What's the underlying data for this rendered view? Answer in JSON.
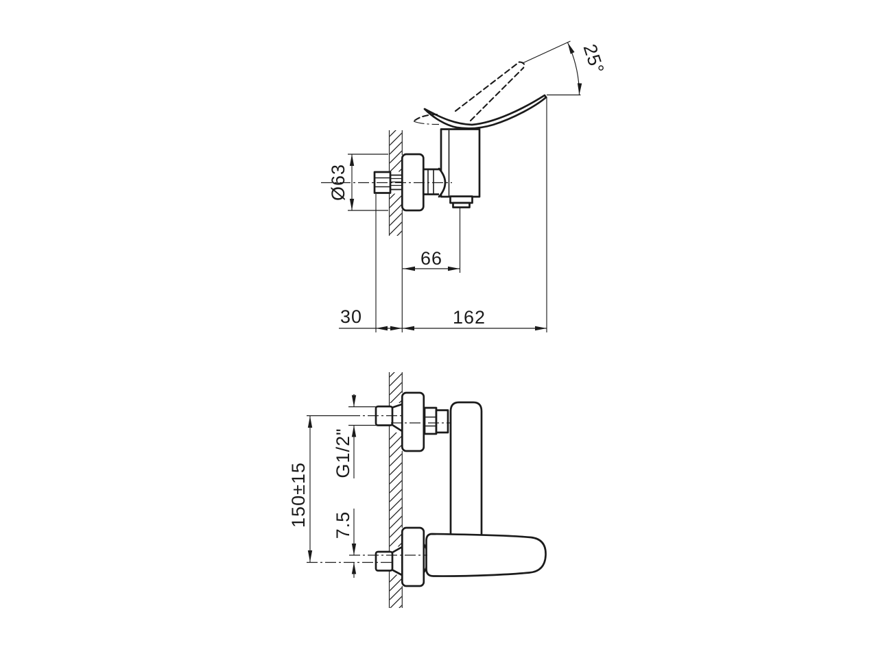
{
  "drawing": {
    "background": "#ffffff",
    "ink_color": "#1b1b1b",
    "side_view": {
      "handle_angle": "25°",
      "flange_diameter": "Ø63",
      "outlet_offset": "66",
      "wall_union_depth": "30",
      "total_projection": "162"
    },
    "front_view": {
      "inlet_spacing": "150±15",
      "thread_size": "G1/2\"",
      "eccentric_offset": "7.5"
    }
  }
}
